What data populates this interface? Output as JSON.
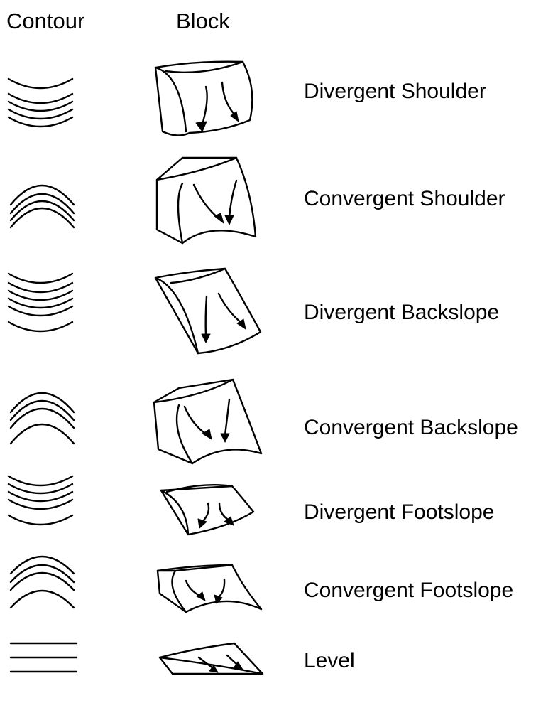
{
  "headers": {
    "contour": "Contour",
    "block": "Block"
  },
  "rows": [
    {
      "name": "divergent-shoulder",
      "label": "Divergent Shoulder"
    },
    {
      "name": "convergent-shoulder",
      "label": "Convergent Shoulder"
    },
    {
      "name": "divergent-backslope",
      "label": "Divergent Backslope"
    },
    {
      "name": "convergent-backslope",
      "label": "Convergent Backslope"
    },
    {
      "name": "divergent-footslope",
      "label": "Divergent Footslope"
    },
    {
      "name": "convergent-footslope",
      "label": "Convergent Footslope"
    },
    {
      "name": "level",
      "label": "Level"
    }
  ]
}
